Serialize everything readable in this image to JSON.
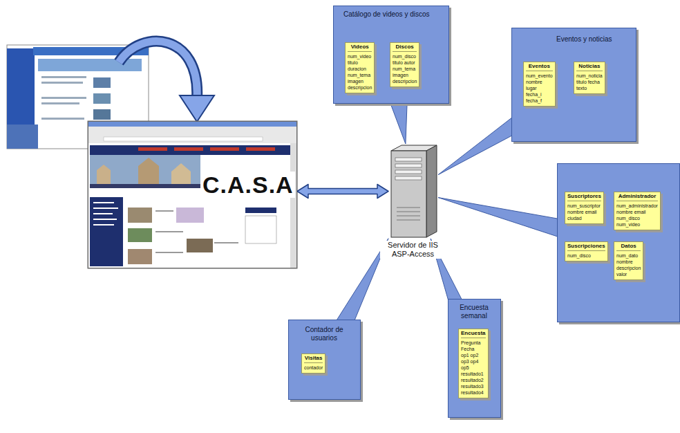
{
  "diagram": {
    "nodes": [
      {
        "text": [
          "C.A.S.A"
        ]
      },
      {
        "text": [
          "Servidor de IIS ASP-Access"
        ]
      },
      {
        "text": [
          "Catálogo de videos y discos"
        ]
      },
      {
        "text": [
          "Videos",
          "num_video titulo duracion num_tema imagen descripcion"
        ],
        "in": 2
      },
      {
        "text": [
          "Discos",
          "num_disco titulo autor num_tema imagen descripcion"
        ],
        "in": 2
      },
      {
        "text": [
          "Eventos y noticias"
        ]
      },
      {
        "text": [
          "Eventos",
          "num_evento nombre lugar fecha_i fecha_f"
        ],
        "in": 5
      },
      {
        "text": [
          "Noticias",
          "num_noticia titulo fecha texto"
        ],
        "in": 5
      },
      {
        "text": []
      },
      {
        "text": [
          "Suscriptores",
          "num_suscriptor nombre email ciudad"
        ],
        "in": 8
      },
      {
        "text": [
          "Administrador",
          "num_administrador nombre email num_disco num_video"
        ],
        "in": 8
      },
      {
        "text": [
          "Suscripciones",
          "num_disco"
        ],
        "in": 8
      },
      {
        "text": [
          "Datos",
          "num_dato nombre descripcion valor"
        ],
        "in": 8
      },
      {
        "text": [
          "Encuesta semanal"
        ]
      },
      {
        "text": [
          "Encuesta",
          "Pregunta Fecha op1 op2 op3 op4 op5 resultado1 resultado2 resultado3 resultado4"
        ],
        "in": 13
      },
      {
        "text": [
          "Contador de usuarios"
        ]
      },
      {
        "text": [
          "Visitas",
          "contador"
        ],
        "in": 15
      }
    ],
    "edges": [
      {
        "from": 0,
        "to": 1,
        "arrow": "both"
      },
      {
        "from": 1,
        "to": 2,
        "arrow": "none"
      },
      {
        "from": 1,
        "to": 5,
        "arrow": "none"
      },
      {
        "from": 1,
        "to": 8,
        "arrow": "none"
      },
      {
        "from": 1,
        "to": 13,
        "arrow": "none"
      },
      {
        "from": 1,
        "to": 15,
        "arrow": "none"
      }
    ]
  }
}
